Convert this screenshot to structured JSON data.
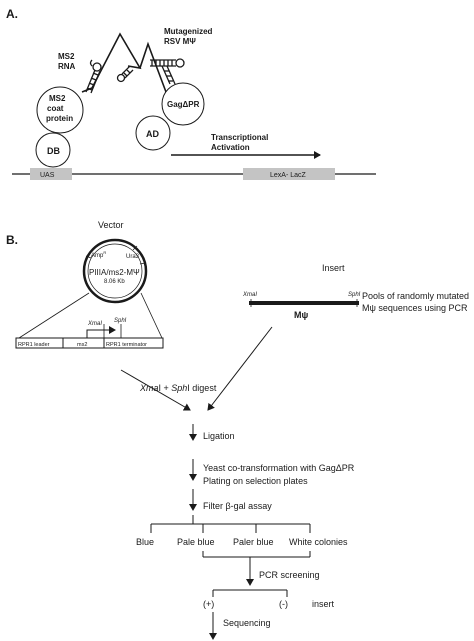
{
  "panel_a": {
    "label": "A.",
    "ms2_rna": [
      "MS2",
      "RNA"
    ],
    "mutagenized": [
      "Mutagenized",
      "RSV MΨ"
    ],
    "ms2_coat": [
      "MS2",
      "coat",
      "protein"
    ],
    "gag": "GagΔPR",
    "ad": "AD",
    "db": "DB",
    "transcriptional": [
      "Transcriptional",
      "Activation"
    ],
    "uas": "UAS",
    "lexa_lacz": "LexA- LacZ"
  },
  "panel_b": {
    "label": "B.",
    "vector_title": "Vector",
    "amp": "Amp",
    "amp_sup": "R",
    "ura3": "Ura3",
    "plasmid_name": "PIIIA/ms2-MΨ",
    "plasmid_size": "8.06 Kb",
    "xmai_site": "XmaI",
    "sphi_site": "SphI",
    "cassette": [
      "RPR1 leader",
      "ms2",
      "RPR1 terminator"
    ],
    "insert_title": "Insert",
    "insert_xmai": "XmaI",
    "insert_sphi": "SphI",
    "insert_label": "Mψ",
    "pools": [
      "Pools of randomly mutated",
      "Mψ sequences using PCR"
    ],
    "digest": {
      "a": "Xma",
      "b": "I + ",
      "c": "Sph",
      "d": "I digest"
    },
    "steps": {
      "ligation": "Ligation",
      "cotransform": "Yeast co-transformation with GagΔPR",
      "plating": "Plating on selection plates",
      "filter": "Filter β-gal assay",
      "pcr": "PCR screening",
      "sequencing": "Sequencing"
    },
    "colonies": [
      "Blue",
      "Pale blue",
      "Paler blue",
      "White colonies"
    ],
    "plus": "(+)",
    "minus": "(-)",
    "insert_word": "insert"
  }
}
